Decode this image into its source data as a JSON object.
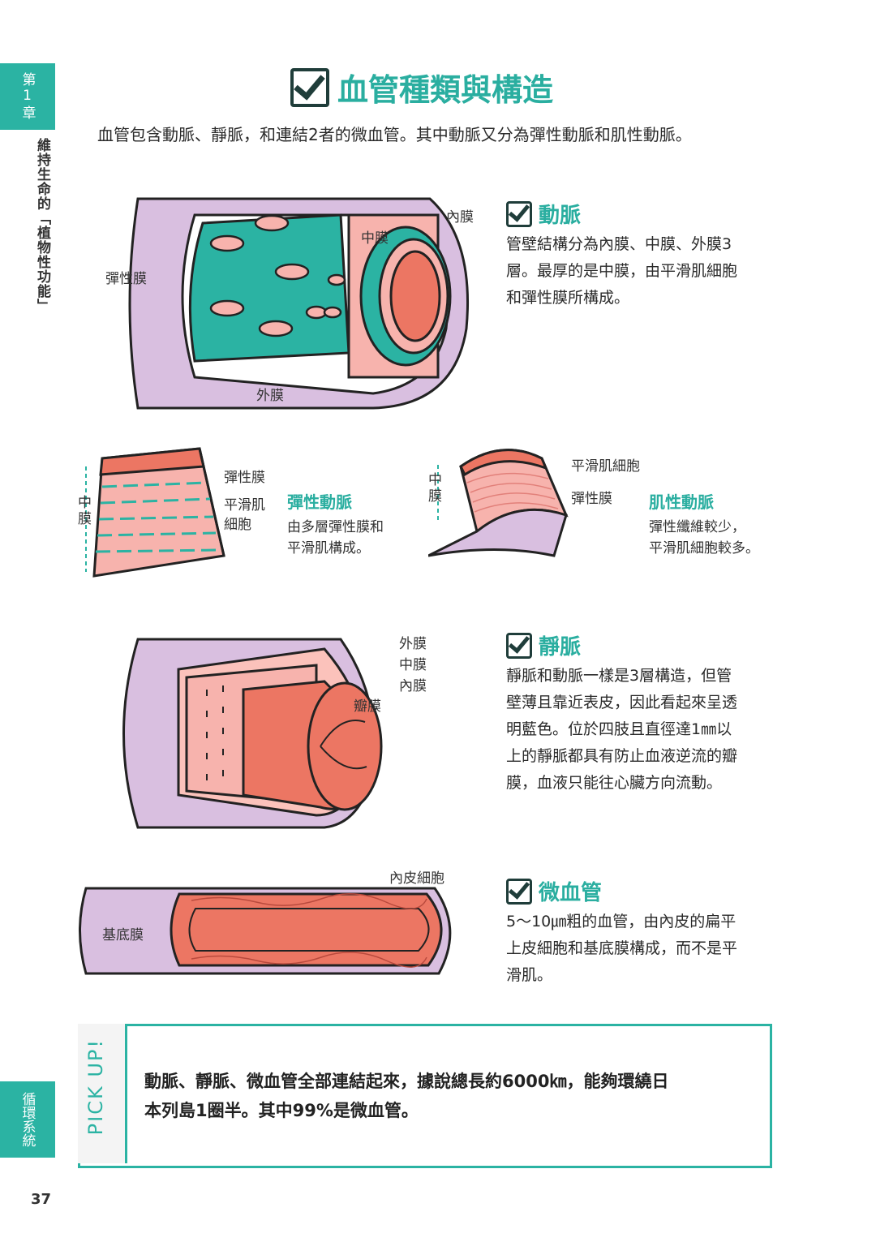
{
  "sidebar": {
    "chapter": "第1章",
    "chapter_title": "維持生命的「植物性功能」",
    "section": "循環系統"
  },
  "page_number": "37",
  "title": "血管種類與構造",
  "intro": "血管包含動脈、靜脈，和連結2者的微血管。其中動脈又分為彈性動脈和肌性動脈。",
  "artery": {
    "heading": "動脈",
    "text_lines": [
      "管壁結構分為內膜、中膜、外膜3",
      "層。最厚的是中膜，由平滑肌細胞",
      "和彈性膜所構成。"
    ],
    "labels": {
      "intima": "內膜",
      "media": "中膜",
      "elastic": "彈性膜",
      "adventitia": "外膜"
    }
  },
  "elastic_artery": {
    "heading": "彈性動脈",
    "desc_lines": [
      "由多層彈性膜和",
      "平滑肌構成。"
    ],
    "labels": {
      "media": "中膜",
      "elastic": "彈性膜",
      "smooth_1": "平滑肌",
      "smooth_2": "細胞"
    }
  },
  "muscular_artery": {
    "heading": "肌性動脈",
    "desc_lines": [
      "彈性纖維較少，",
      "平滑肌細胞較多。"
    ],
    "labels": {
      "media": "中膜",
      "smooth": "平滑肌細胞",
      "elastic": "彈性膜"
    }
  },
  "vein": {
    "heading": "靜脈",
    "text_lines": [
      "靜脈和動脈一樣是3層構造，但管",
      "壁薄且靠近表皮，因此看起來呈透",
      "明藍色。位於四肢且直徑達1㎜以",
      "上的靜脈都具有防止血液逆流的瓣",
      "膜，血液只能往心臟方向流動。"
    ],
    "labels": {
      "adventitia": "外膜",
      "media": "中膜",
      "intima": "內膜",
      "valve": "瓣膜"
    }
  },
  "capillary": {
    "heading": "微血管",
    "text_lines": [
      "5〜10㎛粗的血管，由內皮的扁平",
      "上皮細胞和基底膜構成，而不是平",
      "滑肌。"
    ],
    "labels": {
      "endothelial": "內皮細胞",
      "basement": "基底膜"
    }
  },
  "pickup": {
    "label": "PICK UP!",
    "line1": "動脈、靜脈、微血管全部連結起來，據說總長約6000㎞，能夠環繞日",
    "line2": "本列島1圈半。其中99%是微血管。"
  },
  "colors": {
    "teal": "#2bb3a3",
    "lavender": "#d9bfe0",
    "salmon": "#ec7663",
    "pink": "#f7b3ad"
  }
}
